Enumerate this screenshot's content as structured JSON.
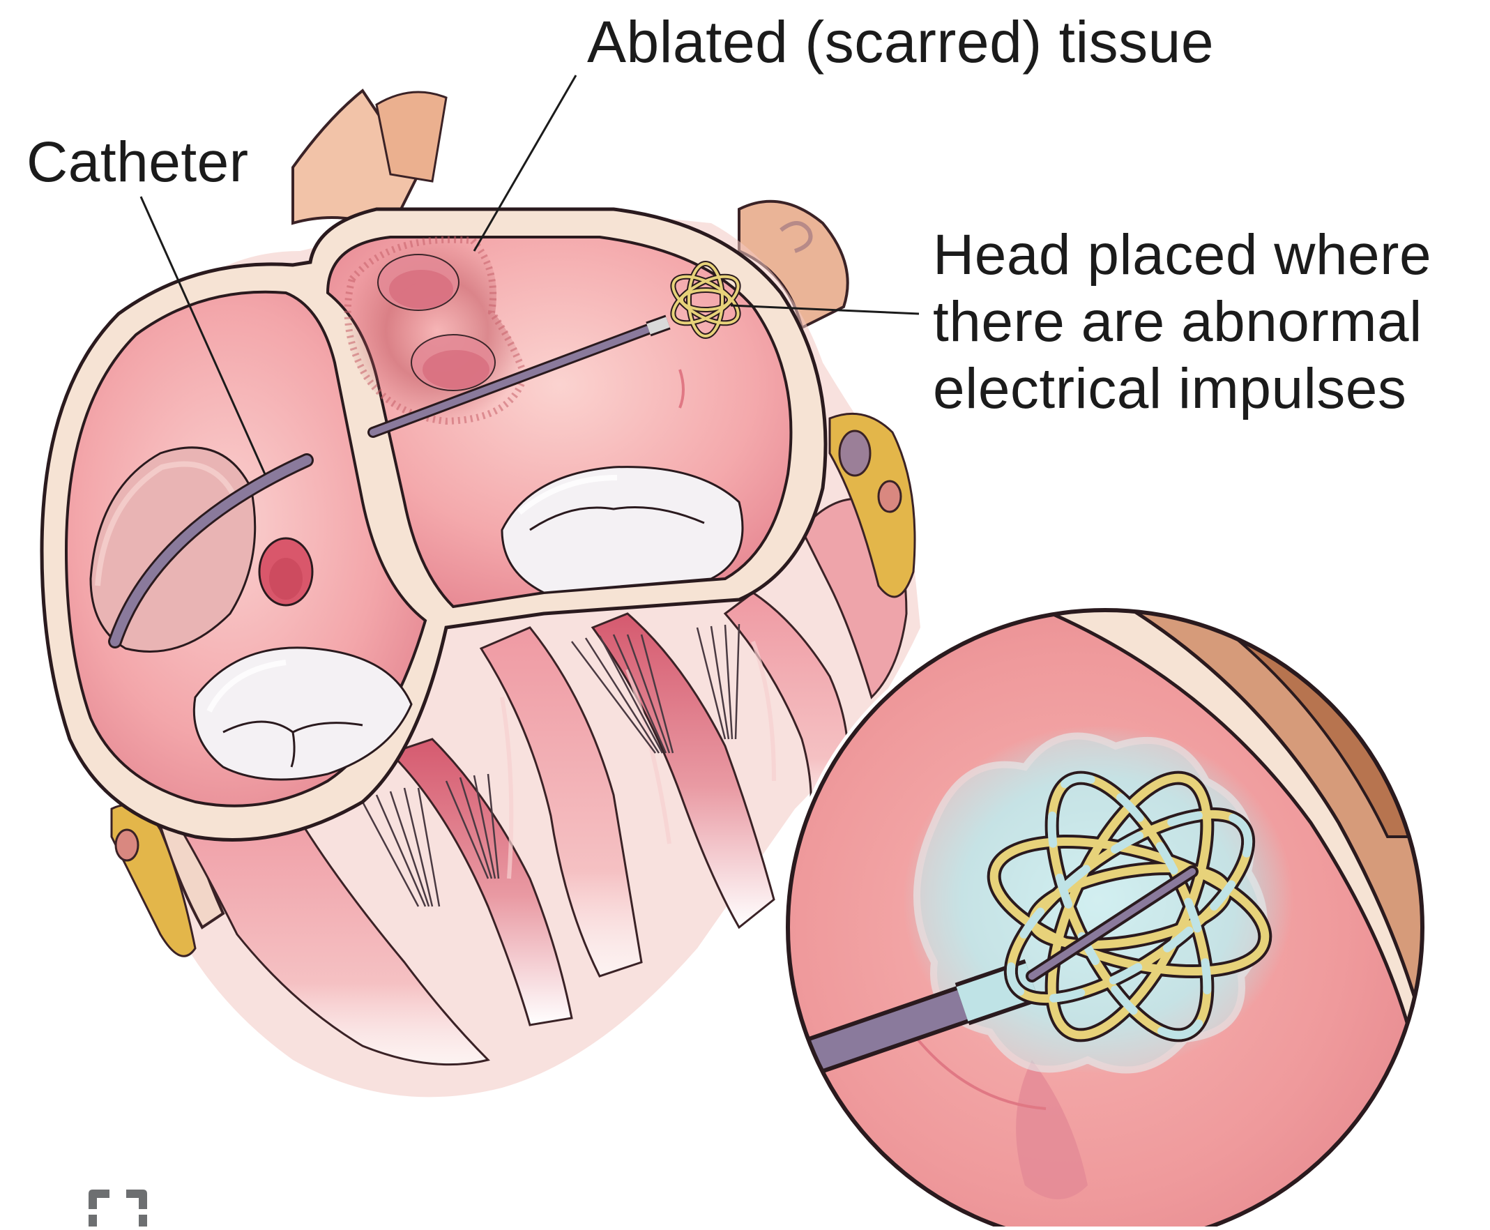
{
  "figure": {
    "labels": {
      "ablated_tissue": "Ablated (scarred) tissue",
      "catheter": "Catheter",
      "head": [
        "Head placed where",
        "there are abnormal",
        "electrical impulses"
      ]
    },
    "colors": {
      "background": "#ffffff",
      "tissue_pink": "#ee8f98",
      "tissue_light": "#f6b7b8",
      "tissue_dark": "#c9475e",
      "wall_cream": "#f6e3d4",
      "valve_white": "#f4f1f4",
      "catheter_purple": "#8a7a9c",
      "electrode_gold": "#e7d27a",
      "energy_glow": "#b7e6ea",
      "fat_yellow": "#e3b64a",
      "outline": "#2a1a1e"
    },
    "icons": {
      "logo": "clinic-logo-icon"
    }
  }
}
